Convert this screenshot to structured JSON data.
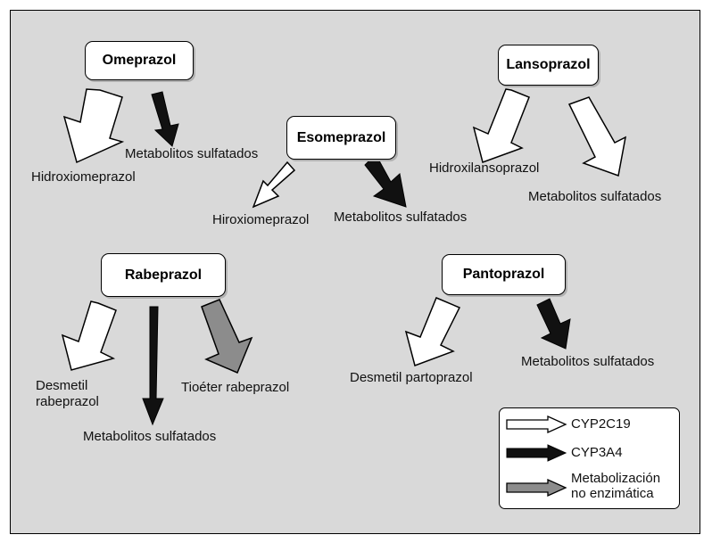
{
  "drugs": {
    "omeprazol": "Omeprazol",
    "esomeprazol": "Esomeprazol",
    "lansoprazol": "Lansoprazol",
    "rabeprazol": "Rabeprazol",
    "pantoprazol": "Pantoprazol"
  },
  "products": {
    "omeprazol_cyp2c19": "Hidroxiomeprazol",
    "omeprazol_cyp3a4": "Metabolitos sulfatados",
    "esomeprazol_cyp2c19": "Hiroxiomeprazol",
    "esomeprazol_cyp3a4": "Metabolitos sulfatados",
    "lansoprazol_cyp2c19": "Hidroxilansoprazol",
    "lansoprazol_cyp3a4": "Metabolitos sulfatados",
    "rabeprazol_cyp2c19": "Desmetil rabeprazol",
    "rabeprazol_cyp3a4": "Metabolitos sulfatados",
    "rabeprazol_noenz": "Tioéter rabeprazol",
    "pantoprazol_cyp2c19": "Desmetil partoprazol",
    "pantoprazol_cyp3a4": "Metabolitos sulfatados"
  },
  "legend": {
    "cyp2c19": "CYP2C19",
    "cyp3a4": "CYP3A4",
    "noenz": "Metabolización no enzimática"
  },
  "colors": {
    "cyp2c19": "#ffffff",
    "cyp3a4": "#111111",
    "noenz": "#8c8c8c",
    "background": "#d9d9d9"
  }
}
